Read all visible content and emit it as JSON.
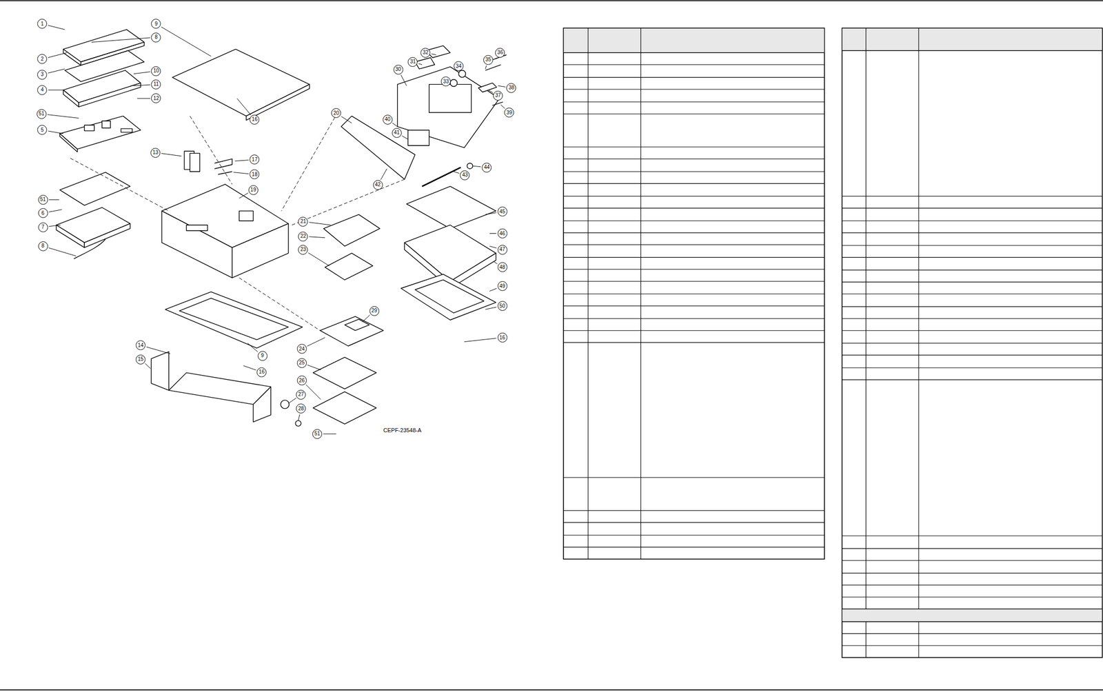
{
  "diagram": {
    "labels": [
      "1",
      "2",
      "3",
      "4",
      "51",
      "5",
      "9",
      "8",
      "10",
      "11",
      "12",
      "13",
      "16",
      "17",
      "18",
      "19",
      "51",
      "6",
      "7",
      "8",
      "20",
      "40",
      "41",
      "42",
      "32",
      "31",
      "30",
      "33",
      "34",
      "35",
      "36",
      "37",
      "38",
      "39",
      "44",
      "43",
      "45",
      "46",
      "47",
      "48",
      "49",
      "50",
      "16",
      "21",
      "22",
      "23",
      "29",
      "24",
      "25",
      "26",
      "27",
      "28",
      "51",
      "14",
      "15",
      "9",
      "16",
      "CEPF-23548-A"
    ]
  }
}
